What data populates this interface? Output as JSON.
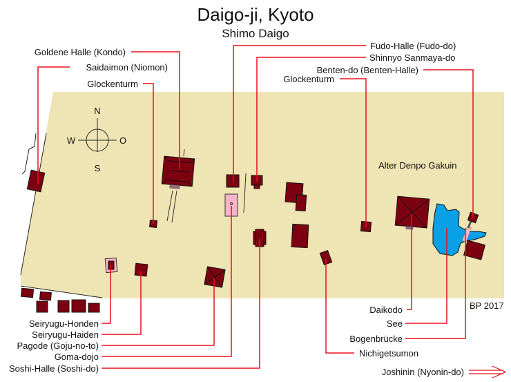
{
  "title": "Daigo-ji, Kyoto",
  "subtitle": "Shimo Daigo",
  "compass": {
    "n": "N",
    "s": "S",
    "w": "W",
    "e": "O"
  },
  "labels": {
    "kondo": "Goldene Halle (Kondo)",
    "saidaimon": "Saidaimon (Niomon)",
    "glocke_west": "Glockenturm",
    "fudo": "Fudo-Halle (Fudo-do)",
    "shinnyo": "Shinnyo Sanmaya-do",
    "benten": "Benten-do (Benten-Halle)",
    "glocke_east": "Glockenturm",
    "denpo": "Alter Denpo Gakuin",
    "honden": "Seiryugu-Honden",
    "haiden": "Seiryugu-Haiden",
    "pagode": "Pagode (Goju-no-to)",
    "goma": "Goma-dojo",
    "soshi": "Soshi-Halle (Soshi-do)",
    "daikodo": "Daikodo",
    "see": "See",
    "bogen": "Bogenbrücke",
    "nichigetsumon": "Nichigetsumon",
    "joshinin": "Joshinin (Nyonin-do)"
  },
  "credit": "BP 2017",
  "colors": {
    "ground": "#efe4b3",
    "building": "#7d0011",
    "leader": "#e8101e",
    "pond": "#0aa0e6",
    "highlight": "#f7b3c8"
  }
}
